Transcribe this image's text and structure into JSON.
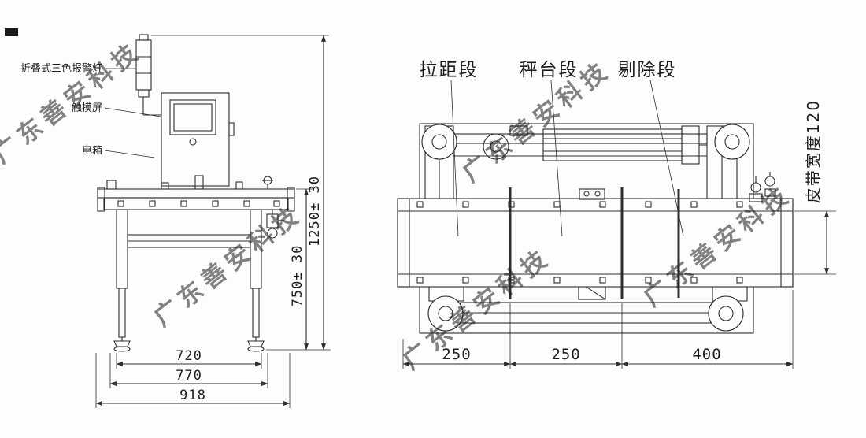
{
  "watermark": {
    "text": "广东善安科技",
    "color": "#5b86c8"
  },
  "front_view": {
    "callouts": {
      "alarm_light": "折叠式三色报警灯",
      "touch_screen": "触摸屏",
      "electric_box": "电箱"
    },
    "dimensions": {
      "inner_width": "720",
      "mid_width": "770",
      "overall_width": "918",
      "table_height": "750± 30",
      "overall_height": "1250± 30"
    }
  },
  "top_view": {
    "sections": {
      "infeed": "拉距段",
      "weighing": "秤台段",
      "reject": "剔除段"
    },
    "belt_width_label": "皮带宽度120",
    "dimensions": {
      "infeed_length": "250",
      "weighing_length": "250",
      "reject_length": "400"
    }
  }
}
